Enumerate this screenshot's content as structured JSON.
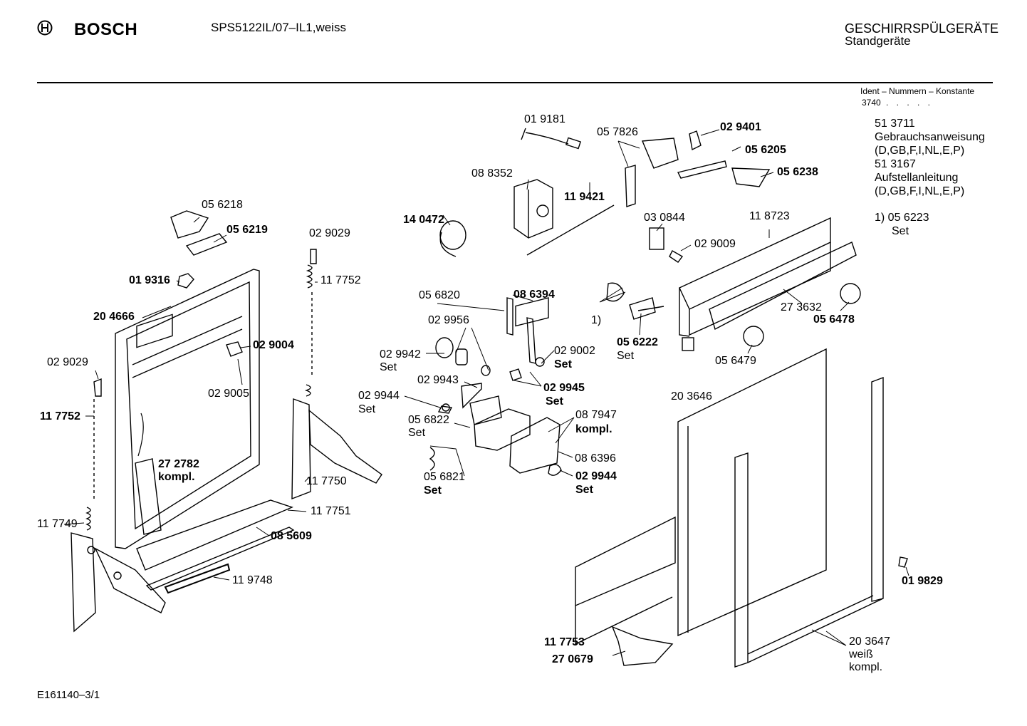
{
  "header": {
    "brand": "BOSCH",
    "model": "SPS5122IL/07–IL1,weiss",
    "category": "GESCHIRRSPÜLGERÄTE",
    "subcategory": "Standgeräte"
  },
  "ident": {
    "label": "Ident – Nummern – Konstante",
    "number": "3740",
    "dots": ". . . . ."
  },
  "side_notes": [
    {
      "text": "51 3711"
    },
    {
      "text": "Gebrauchsanweisung"
    },
    {
      "text": "(D,GB,F,I,NL,E,P)"
    },
    {
      "text": "51 3167"
    },
    {
      "text": "Aufstellanleitung"
    },
    {
      "text": "(D,GB,F,I,NL,E,P)"
    },
    {
      "text": "1)  05 6223"
    },
    {
      "text": "Set"
    }
  ],
  "parts": {
    "p019181": "01 9181",
    "p057826": "05 7826",
    "p029401": "02 9401",
    "p056205": "05 6205",
    "p056238": "05 6238",
    "p088352": "08 8352",
    "p119421": "11 9421",
    "p140472": "14 0472",
    "p030844": "03 0844",
    "p118723": "11 8723",
    "p029009": "02 9009",
    "p056218": "05 6218",
    "p056219": "05 6219",
    "p029029a": "02 9029",
    "p117752a": "11 7752",
    "p019316": "01 9316",
    "p204666": "20 4666",
    "p029004": "02 9004",
    "p029005": "02 9005",
    "p029029b": "02 9029",
    "p117752b": "11 7752",
    "p272782": "27 2782",
    "kompl1": "kompl.",
    "p117750": "11 7750",
    "p117751": "11 7751",
    "p117749": "11 7749",
    "p085609": "08 5609",
    "p119748": "11 9748",
    "p056820": "05 6820",
    "p086394": "08 6394",
    "p029956": "02 9956",
    "p029942": "02 9942",
    "set1": "Set",
    "p029002": "02 9002",
    "set2": "Set",
    "p029945": "02 9945",
    "set3": "Set",
    "p029943": "02 9943",
    "p029944a": "02 9944",
    "set4": "Set",
    "p056822": "05 6822",
    "set5": "Set",
    "p087947": "08 7947",
    "kompl2": "kompl.",
    "p086396": "08 6396",
    "p029944b": "02 9944",
    "set6": "Set",
    "p056821": "05 6821",
    "set7": "Set",
    "note1": "1)",
    "p056222": "05 6222",
    "set8": "Set",
    "p273632": "27 3632",
    "p056478": "05 6478",
    "p056479": "05 6479",
    "p203646": "20 3646",
    "p019829": "01 9829",
    "p117753": "11 7753",
    "p270679": "27 0679",
    "p203647": "20 3647",
    "weiss": "weiß",
    "kompl3": "kompl."
  },
  "footer": {
    "code": "E161140–3/1"
  }
}
